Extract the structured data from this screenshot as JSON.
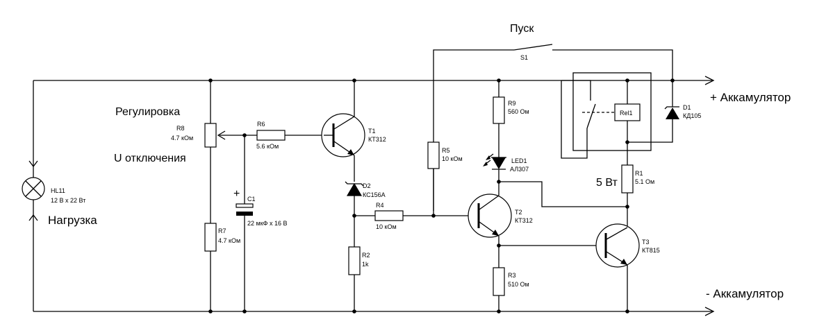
{
  "labels": {
    "start": "Пуск",
    "s1": "S1",
    "plus_batt": "+ Аккамулятор",
    "minus_batt": "- Аккамулятор",
    "regul": "Регулировка",
    "u_off": "U отключения",
    "load": "Нагрузка",
    "five_w": "5 Вт"
  },
  "components": {
    "hl11": {
      "ref": "HL11",
      "value": "12 В x 22 Вт"
    },
    "r8": {
      "ref": "R8",
      "value": "4.7 кОм"
    },
    "r7": {
      "ref": "R7",
      "value": "4.7 кОм"
    },
    "r6": {
      "ref": "R6",
      "value": "5.6 кОм"
    },
    "c1": {
      "ref": "C1",
      "value": "22 мкФ x 16 В",
      "polarity": "+"
    },
    "t1": {
      "ref": "T1",
      "value": "КТ312"
    },
    "d2": {
      "ref": "D2",
      "value": "КС156А"
    },
    "r4": {
      "ref": "R4",
      "value": "10 кОм"
    },
    "r2": {
      "ref": "R2",
      "value": "1k"
    },
    "r5": {
      "ref": "R5",
      "value": "10 кОм"
    },
    "r9": {
      "ref": "R9",
      "value": "560 Ом"
    },
    "led1": {
      "ref": "LED1",
      "value": "АЛ307"
    },
    "t2": {
      "ref": "T2",
      "value": "КТ312"
    },
    "r3": {
      "ref": "R3",
      "value": "510 Ом"
    },
    "rel1": {
      "ref": "Rel1"
    },
    "d1": {
      "ref": "D1",
      "value": "КД105"
    },
    "r1": {
      "ref": "R1",
      "value": "5.1 Ом"
    },
    "t3": {
      "ref": "T3",
      "value": "КТ815"
    }
  }
}
